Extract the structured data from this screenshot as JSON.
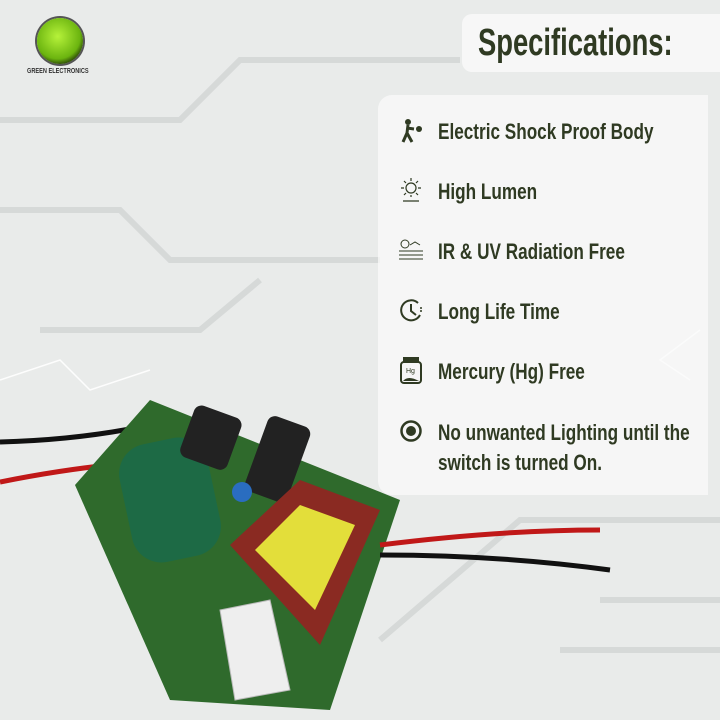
{
  "brand": {
    "name": "GREEN ELECTRONICS",
    "color": "#7cc41a"
  },
  "title": "Specifications:",
  "text_color": "#2f3a22",
  "features": [
    {
      "icon": "electric-shock-icon",
      "label": "Electric Shock Proof Body"
    },
    {
      "icon": "sun-icon",
      "label": "High Lumen"
    },
    {
      "icon": "uv-radiation-icon",
      "label": "IR & UV Radiation Free"
    },
    {
      "icon": "clock-icon",
      "label": "Long Life Time"
    },
    {
      "icon": "mercury-jar-icon",
      "label": "Mercury (Hg) Free"
    },
    {
      "icon": "radio-dot-icon",
      "label": "No unwanted Lighting until the",
      "label2": "switch is turned On."
    }
  ]
}
